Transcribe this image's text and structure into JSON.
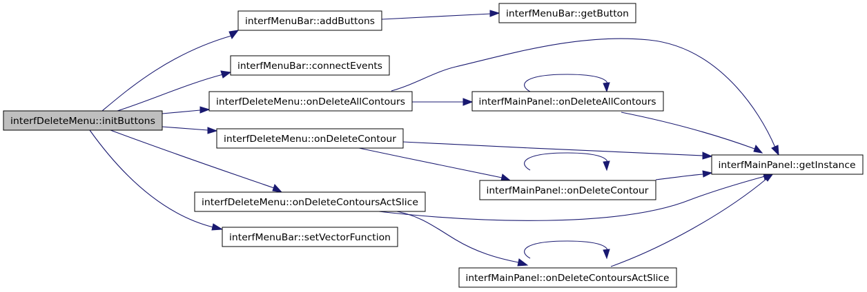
{
  "diagram": {
    "type": "call-graph",
    "colors": {
      "edge": "#191970",
      "root_fill": "#bfbfbf",
      "node_fill": "#ffffff",
      "border": "#000000"
    },
    "nodes": {
      "init_buttons": "interfDeleteMenu::initButtons",
      "add_buttons": "interfMenuBar::addButtons",
      "get_button": "interfMenuBar::getButton",
      "connect_events": "interfMenuBar::connectEvents",
      "dm_on_delete_all_contours": "interfDeleteMenu::onDeleteAllContours",
      "mp_on_delete_all_contours": "interfMainPanel::onDeleteAllContours",
      "dm_on_delete_contour": "interfDeleteMenu::onDeleteContour",
      "get_instance": "interfMainPanel::getInstance",
      "mp_on_delete_contour": "interfMainPanel::onDeleteContour",
      "dm_on_delete_contours_act_slice": "interfDeleteMenu::onDeleteContoursActSlice",
      "set_vector_function": "interfMenuBar::setVectorFunction",
      "mp_on_delete_contours_act_slice": "interfMainPanel::onDeleteContoursActSlice"
    },
    "edges": [
      {
        "from": "init_buttons",
        "to": "add_buttons"
      },
      {
        "from": "init_buttons",
        "to": "connect_events"
      },
      {
        "from": "init_buttons",
        "to": "dm_on_delete_all_contours"
      },
      {
        "from": "init_buttons",
        "to": "dm_on_delete_contour"
      },
      {
        "from": "init_buttons",
        "to": "dm_on_delete_contours_act_slice"
      },
      {
        "from": "init_buttons",
        "to": "set_vector_function"
      },
      {
        "from": "add_buttons",
        "to": "get_button"
      },
      {
        "from": "dm_on_delete_all_contours",
        "to": "get_instance"
      },
      {
        "from": "dm_on_delete_all_contours",
        "to": "mp_on_delete_all_contours"
      },
      {
        "from": "mp_on_delete_all_contours",
        "to": "mp_on_delete_all_contours"
      },
      {
        "from": "mp_on_delete_all_contours",
        "to": "get_instance"
      },
      {
        "from": "dm_on_delete_contour",
        "to": "get_instance"
      },
      {
        "from": "dm_on_delete_contour",
        "to": "mp_on_delete_contour"
      },
      {
        "from": "mp_on_delete_contour",
        "to": "mp_on_delete_contour"
      },
      {
        "from": "mp_on_delete_contour",
        "to": "get_instance"
      },
      {
        "from": "dm_on_delete_contours_act_slice",
        "to": "get_instance"
      },
      {
        "from": "dm_on_delete_contours_act_slice",
        "to": "mp_on_delete_contours_act_slice"
      },
      {
        "from": "mp_on_delete_contours_act_slice",
        "to": "mp_on_delete_contours_act_slice"
      },
      {
        "from": "mp_on_delete_contours_act_slice",
        "to": "get_instance"
      }
    ]
  }
}
